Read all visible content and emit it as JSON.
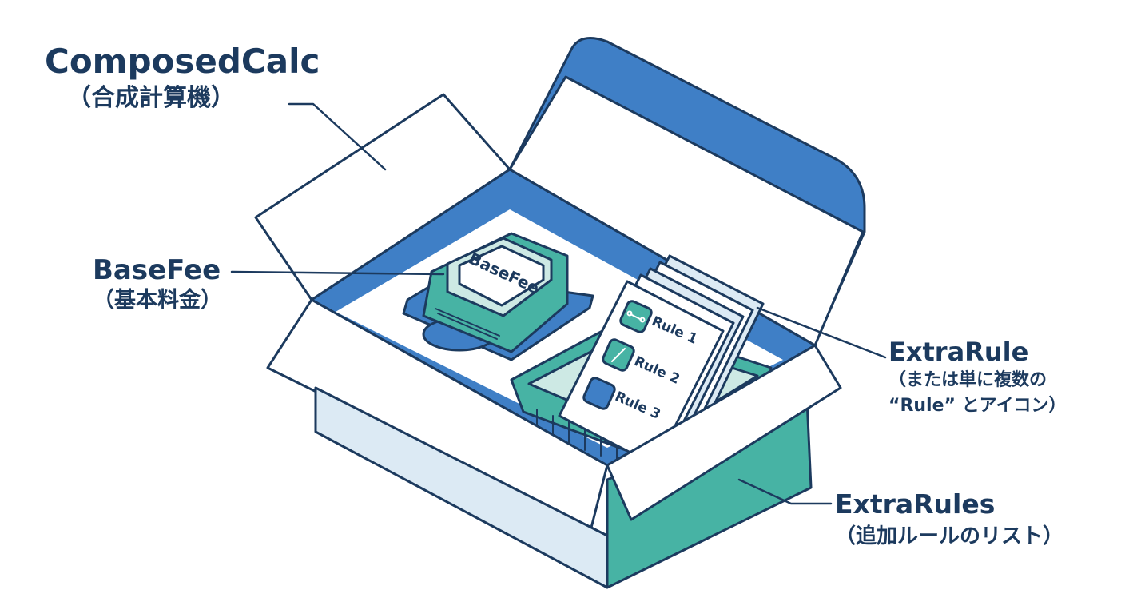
{
  "labels": {
    "composed": {
      "title": "ComposedCalc",
      "subtitle": "（合成計算機）"
    },
    "basefee": {
      "title": "BaseFee",
      "subtitle": "（基本料金）"
    },
    "extrarule": {
      "title": "ExtraRule",
      "subtitle_line1": "（または単に複数の",
      "subtitle_line2": "“Rule” とアイコン）"
    },
    "extrarules": {
      "title": "ExtraRules",
      "subtitle": "（追加ルールのリスト）"
    }
  },
  "cartridge": {
    "label": "BaseFee"
  },
  "cards": [
    {
      "label": "Rule 1",
      "icon": "graph-nodes-icon"
    },
    {
      "label": "Rule 2",
      "icon": "slope-line-icon"
    },
    {
      "label": "Rule 3",
      "icon": "weight-icon"
    }
  ],
  "colors": {
    "outline": "#1c3a5e",
    "blue": "#3f7fc6",
    "teal": "#47b3a4",
    "light_teal": "#cde9e4",
    "light_blue": "#dceaf4"
  }
}
